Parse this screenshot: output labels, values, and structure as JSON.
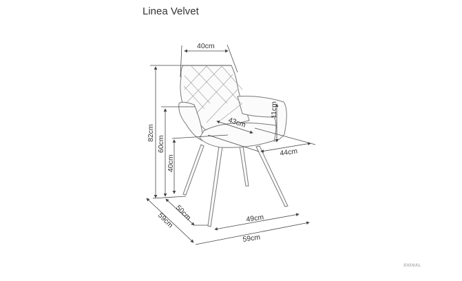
{
  "title": "Linea Velvet",
  "dimensions": {
    "backrest_width": "40cm",
    "total_height": "82cm",
    "armrest_height": "60cm",
    "seat_height": "40cm",
    "seat_depth": "43cm",
    "armrest_above_seat": "11cm",
    "seat_width": "44cm",
    "leg_depth": "50cm",
    "total_depth": "59cm",
    "leg_width": "49cm",
    "total_width": "59cm"
  },
  "logo": "SIGNAL"
}
